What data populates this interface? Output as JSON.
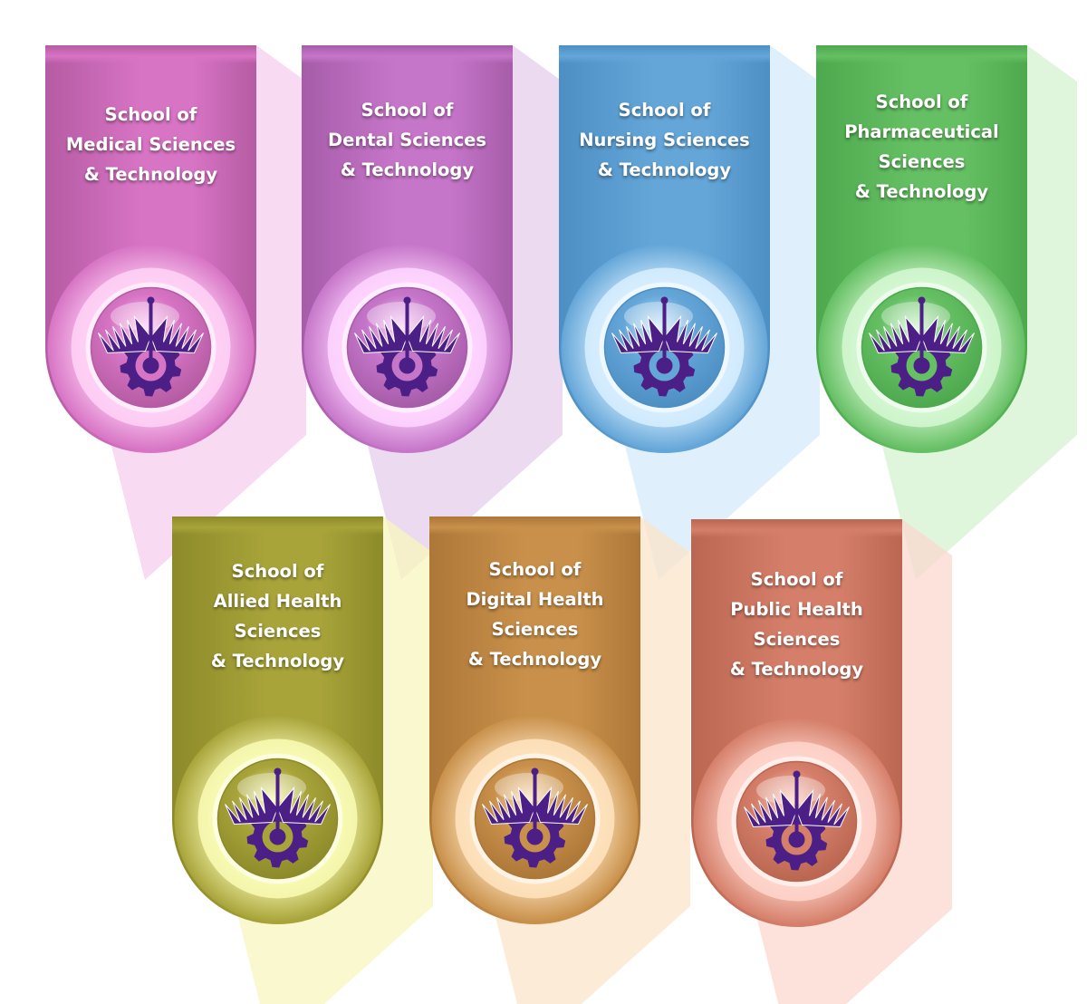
{
  "schools": [
    {
      "lines": [
        "School of",
        "Medical Sciences",
        "& Technology"
      ],
      "icon": "caduceus-gear-medical-icon",
      "color": "#d774c4",
      "dark": "#b55ba3",
      "light": "#ffd2f6",
      "shadow": "#f6cdef"
    },
    {
      "lines": [
        "School of",
        "Dental Sciences",
        "& Technology"
      ],
      "icon": "caduceus-gear-tooth-icon",
      "color": "#c676c9",
      "dark": "#a65ca9",
      "light": "#ffd6ff",
      "shadow": "#e6cdeb"
    },
    {
      "lines": [
        "School of",
        "Nursing Sciences",
        "& Technology"
      ],
      "icon": "caduceus-gear-nurse-icon",
      "color": "#64a6d8",
      "dark": "#4d8fc3",
      "light": "#d8efff",
      "shadow": "#d4e9f9"
    },
    {
      "lines": [
        "School of",
        "Pharmaceutical",
        "Sciences",
        "& Technology"
      ],
      "icon": "caduceus-gear-pestle-icon",
      "color": "#65bf63",
      "dark": "#4ea84d",
      "light": "#d6f8d3",
      "shadow": "#d4f3d1"
    },
    {
      "lines": [
        "School of",
        "Allied Health",
        "Sciences",
        "& Technology"
      ],
      "icon": "caduceus-gear-allied-icon",
      "color": "#a8a43a",
      "dark": "#8d8a2a",
      "light": "#fafbb5",
      "shadow": "#f8f6bd"
    },
    {
      "lines": [
        "School of",
        "Digital Health",
        "Sciences",
        "& Technology"
      ],
      "icon": "caduceus-gear-digital-icon",
      "color": "#c8904a",
      "dark": "#ad7738",
      "light": "#ffe4c0",
      "shadow": "#fbe4c8"
    },
    {
      "lines": [
        "School of",
        "Public Health",
        "Sciences",
        "& Technology"
      ],
      "icon": "caduceus-gear-meditation-icon",
      "color": "#d57f6a",
      "dark": "#ba6651",
      "light": "#ffd6cc",
      "shadow": "#fbd8cf"
    }
  ]
}
